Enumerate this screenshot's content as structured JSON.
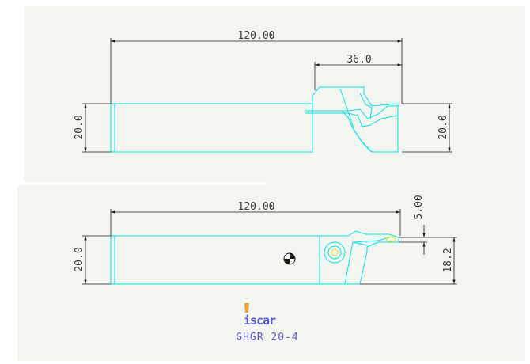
{
  "drawing": {
    "top_view": {
      "overall_length": "120.00",
      "head_length": "36.0",
      "height_left": "20.0",
      "height_right": "20.0"
    },
    "front_view": {
      "overall_length": "120.00",
      "width": "20.0",
      "offset": "5.00",
      "cutting_height": "18.2"
    },
    "brand": "iscar",
    "model": "GHGR 20-4"
  },
  "colors": {
    "outline": "#00e5e5",
    "dimension": "#1a1a1a",
    "text": "#3a3a3a",
    "brand": "#5a5ad6",
    "pin": "#e5e500",
    "sheet": "#f3f5f1"
  }
}
